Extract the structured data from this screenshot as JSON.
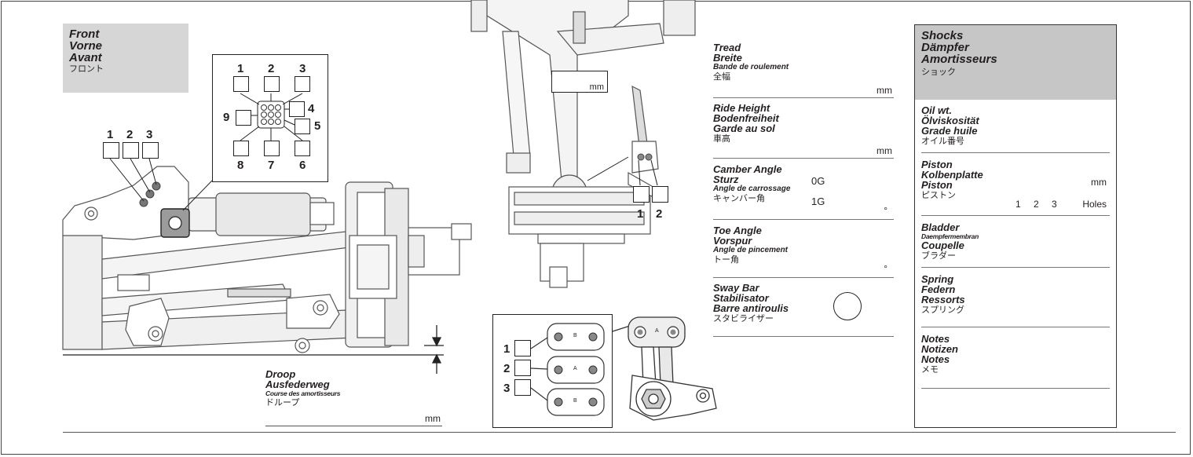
{
  "front": {
    "lines": [
      "Front",
      "Vorne",
      "Avant"
    ],
    "jp": "フロント"
  },
  "hole_grid": {
    "labels": [
      "1",
      "2",
      "3",
      "4",
      "5",
      "6",
      "7",
      "8",
      "9"
    ]
  },
  "mount_holes": {
    "labels": [
      "1",
      "2",
      "3"
    ]
  },
  "droop": {
    "lines": [
      "Droop",
      "Ausfederweg"
    ],
    "small": "Course des amortisseurs",
    "jp": "ドループ",
    "unit": "mm"
  },
  "arm": {
    "unit": "mm",
    "labels": [
      "1",
      "2"
    ]
  },
  "swaybar_diagram": {
    "labels": [
      "1",
      "2",
      "3"
    ],
    "plate_letters": [
      "B",
      "A",
      "B"
    ],
    "arm_letter": "A"
  },
  "settings": {
    "tread": {
      "lines": [
        "Tread",
        "Breite"
      ],
      "small": "Bande de roulement",
      "jp": "全幅",
      "unit": "mm"
    },
    "ride_height": {
      "lines": [
        "Ride Height",
        "Bodenfreiheit",
        "Garde au sol"
      ],
      "jp": "車高",
      "unit": "mm"
    },
    "camber": {
      "lines": [
        "Camber Angle",
        "Sturz"
      ],
      "small": "Angle de carrossage",
      "jp": "キャンバー角",
      "g0": "0G",
      "g1": "1G",
      "unit": "°"
    },
    "toe": {
      "lines": [
        "Toe Angle",
        "Vorspur"
      ],
      "small": "Angle de pincement",
      "jp": "トー角",
      "unit": "°"
    },
    "sway_bar": {
      "lines": [
        "Sway Bar",
        "Stabilisator",
        "Barre antiroulis"
      ],
      "jp": "スタビライザー"
    }
  },
  "shocks": {
    "head": {
      "lines": [
        "Shocks",
        "Dämpfer",
        "Amortisseurs"
      ],
      "jp": "ショック"
    },
    "oil": {
      "lines": [
        "Oil wt.",
        "Ölviskosität",
        "Grade huile"
      ],
      "jp": "オイル番号"
    },
    "piston": {
      "lines": [
        "Piston",
        "Kolbenplatte",
        "Piston"
      ],
      "jp": "ピストン",
      "unit": "mm",
      "options": [
        "1",
        "2",
        "3"
      ],
      "holes": "Holes"
    },
    "bladder": {
      "line1": "Bladder",
      "small": "Daempfermembran",
      "line3": "Coupelle",
      "jp": "ブラダー"
    },
    "spring": {
      "lines": [
        "Spring",
        "Federn",
        "Ressorts"
      ],
      "jp": "スプリング"
    },
    "notes": {
      "lines": [
        "Notes",
        "Notizen",
        "Notes"
      ],
      "jp": "メモ"
    }
  }
}
